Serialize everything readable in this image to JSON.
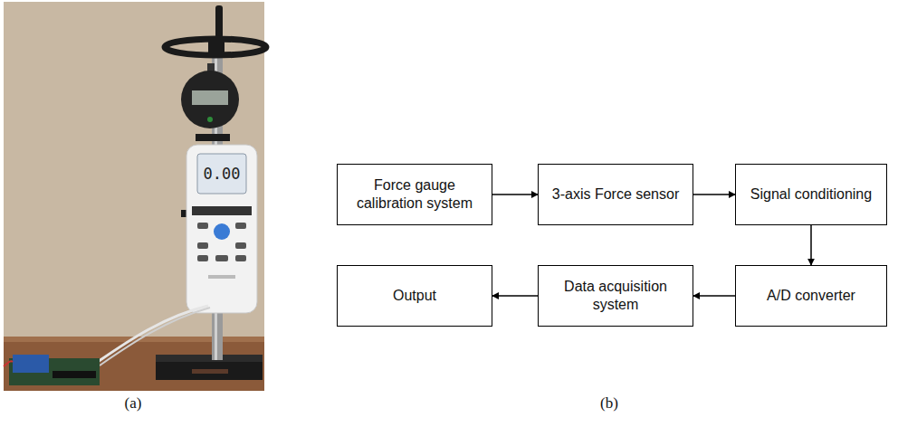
{
  "diagram": {
    "nodes": [
      {
        "text": [
          "Force gauge calibration system"
        ]
      },
      {
        "text": [
          "3-axis Force sensor"
        ]
      },
      {
        "text": [
          "Signal conditioning"
        ]
      },
      {
        "text": [
          "A/D converter"
        ]
      },
      {
        "text": [
          "Data acquisition system"
        ]
      },
      {
        "text": [
          "Output"
        ]
      }
    ],
    "edges": [
      {
        "from": 0,
        "to": 1,
        "arrow": "to"
      },
      {
        "from": 1,
        "to": 2,
        "arrow": "to"
      },
      {
        "from": 2,
        "to": 3,
        "arrow": "to"
      },
      {
        "from": 3,
        "to": 4,
        "arrow": "to"
      },
      {
        "from": 4,
        "to": 5,
        "arrow": "to"
      }
    ],
    "labels": [
      "0.00",
      "(a)",
      "(b)"
    ]
  }
}
